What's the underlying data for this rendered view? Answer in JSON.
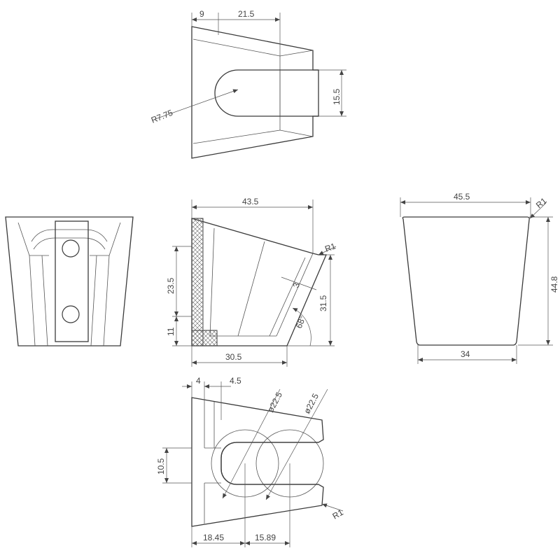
{
  "drawing": {
    "top_view": {
      "dims": {
        "a": "9",
        "b": "21.5",
        "c": "15.5",
        "radius": "R7.75"
      }
    },
    "left_view": {},
    "section_view": {
      "dims": {
        "width": "43.5",
        "radius": "R1",
        "h1": "23.5",
        "h2": "11",
        "h3": "31.5",
        "slot": "3",
        "angle": "68°",
        "base": "30.5"
      }
    },
    "right_view": {
      "dims": {
        "top": "45.5",
        "radius": "R1",
        "height": "44.8",
        "bottom": "34"
      }
    },
    "bottom_view": {
      "dims": {
        "a": "4",
        "b": "4.5",
        "dia1": "ø22.5",
        "dia2": "ø22.5",
        "h": "10.5",
        "radius": "R1",
        "x1": "18.45",
        "x2": "15.89"
      }
    }
  },
  "colors": {
    "line": "#3a3a3a",
    "dimension": "#555555",
    "background": "#ffffff"
  }
}
